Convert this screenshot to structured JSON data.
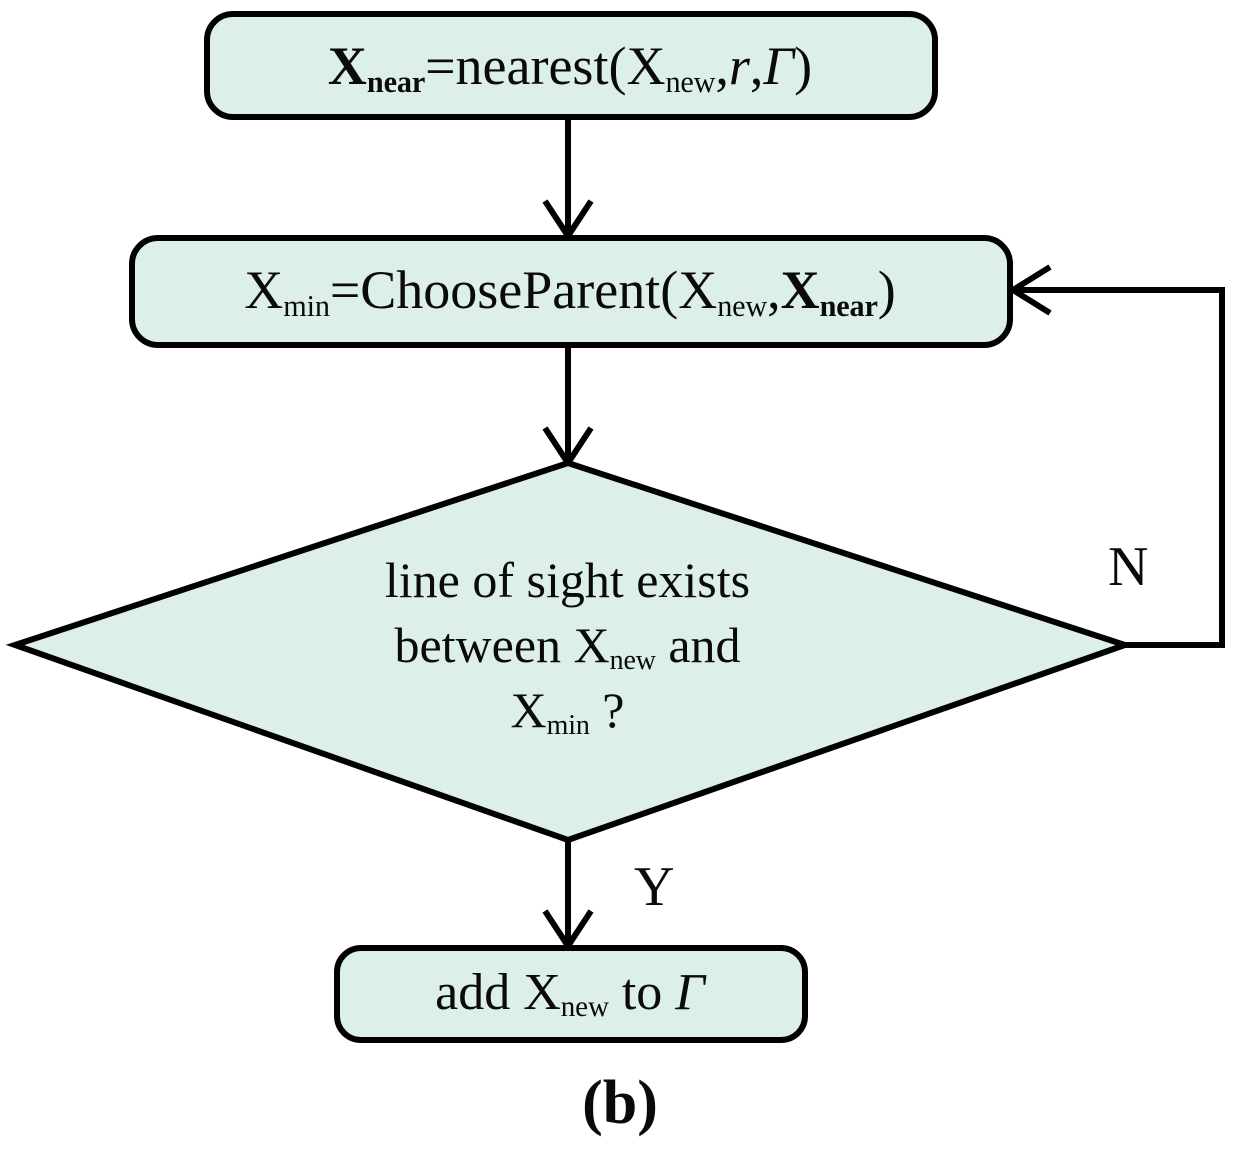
{
  "figure": {
    "caption": "(b)",
    "type": "flowchart",
    "title": "RRT* line-of-sight rewiring sub-procedure",
    "colors": {
      "node_fill": "#ddf0e7",
      "node_stroke": "#000000",
      "background": "#ffffff",
      "text": "#0a0a0a"
    }
  },
  "nodes": [
    {
      "id": "box-nearest",
      "shape": "rounded-rectangle",
      "text": "Xnear=nearest(Xnew,r,Γ)",
      "parts": [
        {
          "text": "X",
          "style": "bold"
        },
        {
          "text": "near",
          "style": "subscript-bold"
        },
        {
          "text": "=nearest(",
          "style": "normal"
        },
        {
          "text": "X",
          "style": "normal"
        },
        {
          "text": "new",
          "style": "subscript"
        },
        {
          "text": ",",
          "style": "normal"
        },
        {
          "text": "r",
          "style": "italic"
        },
        {
          "text": ",",
          "style": "normal"
        },
        {
          "text": "Γ",
          "style": "italic"
        },
        {
          "text": ")",
          "style": "normal"
        }
      ]
    },
    {
      "id": "box-chooseparent",
      "shape": "rounded-rectangle",
      "text": "Xmin=ChooseParent(Xnew,Xnear)",
      "parts": [
        {
          "text": "X",
          "style": "normal"
        },
        {
          "text": "min",
          "style": "subscript"
        },
        {
          "text": "=ChooseParent(",
          "style": "normal"
        },
        {
          "text": "X",
          "style": "normal"
        },
        {
          "text": "new",
          "style": "subscript"
        },
        {
          "text": ",",
          "style": "normal"
        },
        {
          "text": "X",
          "style": "bold"
        },
        {
          "text": "near",
          "style": "subscript-bold"
        },
        {
          "text": ")",
          "style": "normal"
        }
      ]
    },
    {
      "id": "diamond-los",
      "shape": "diamond",
      "text": "line of sight exists between Xnew and Xmin ?",
      "lines": [
        "line of sight exists",
        "between Xnew and",
        "Xmin ?"
      ]
    },
    {
      "id": "box-addnew",
      "shape": "rounded-rectangle",
      "text": "add Xnew to Γ",
      "parts": [
        {
          "text": "add ",
          "style": "normal"
        },
        {
          "text": "X",
          "style": "normal"
        },
        {
          "text": "new",
          "style": "subscript"
        },
        {
          "text": " to ",
          "style": "normal"
        },
        {
          "text": "Γ",
          "style": "italic"
        }
      ]
    }
  ],
  "edges": [
    {
      "id": "edge-nearest-to-chooseparent",
      "from": "box-nearest",
      "to": "box-chooseparent",
      "label": ""
    },
    {
      "id": "edge-chooseparent-to-diamond",
      "from": "box-chooseparent",
      "to": "diamond-los",
      "label": ""
    },
    {
      "id": "edge-diamond-yes",
      "from": "diamond-los",
      "to": "box-addnew",
      "label": "Y"
    },
    {
      "id": "edge-diamond-no",
      "from": "diamond-los",
      "to": "box-chooseparent",
      "label": "N"
    }
  ],
  "labels": {
    "branch_no": "N",
    "branch_yes": "Y",
    "caption": "(b)"
  },
  "text": {
    "box_nearest": {
      "sym_x1": "X",
      "sub_near1": "near",
      "fn_eq": "=nearest(",
      "sym_x2": "X",
      "sub_new": "new",
      "comma1": ",",
      "var_r": "r",
      "comma2": ",",
      "gamma": "Γ",
      "close": ")"
    },
    "box_chooseparent": {
      "sym_x1": "X",
      "sub_min": "min",
      "fn_eq": "=ChooseParent(",
      "sym_x2": "X",
      "sub_new": "new",
      "comma": ",",
      "sym_x3": "X",
      "sub_near": "near",
      "close": ")"
    },
    "diamond": {
      "line1": "line of sight exists",
      "line2_a": "between ",
      "line2_x": "X",
      "line2_sub": "new",
      "line2_b": " and",
      "line3_x": "X",
      "line3_sub": "min",
      "line3_q": " ?"
    },
    "box_addnew": {
      "verb": "add ",
      "sym_x": "X",
      "sub_new": "new",
      "prep": " to ",
      "gamma": "Γ"
    }
  }
}
